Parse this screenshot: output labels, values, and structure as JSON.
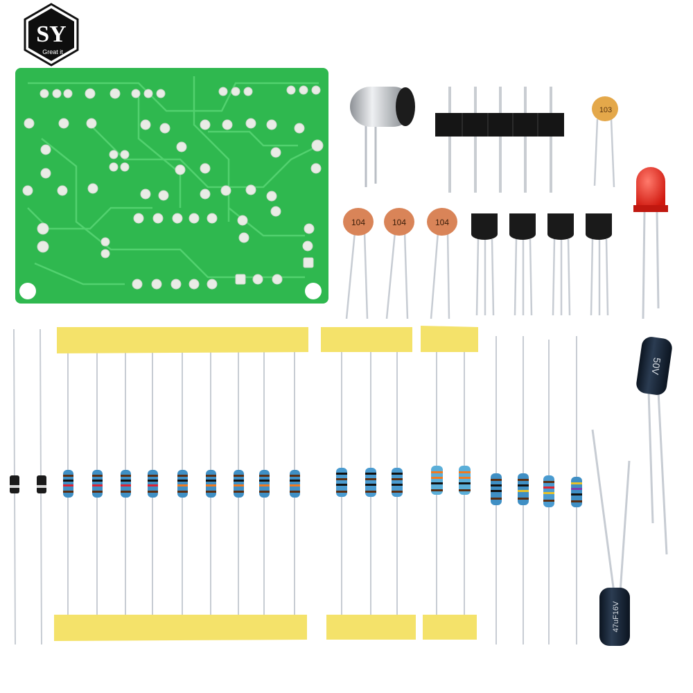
{
  "logo": {
    "letters": "SY",
    "tagline": "Great it"
  },
  "colors": {
    "pcb": "#2fb84f",
    "pcb_trace": "#5bd877",
    "pad": "#e9ece6",
    "tape": "#f4e26a",
    "lead": "#c7ccd3",
    "resistor_body": "#3f8fc4",
    "ceramic_cap": "#d98458",
    "led": "#e0231c",
    "header_plastic": "#151515",
    "transistor": "#1a1a1a",
    "electrolytic": "#142233"
  },
  "labels": {
    "cap_104": "104",
    "cap_103": "103",
    "elec_cap_top": "50V",
    "elec_cap_bottom": "47uF16V"
  }
}
